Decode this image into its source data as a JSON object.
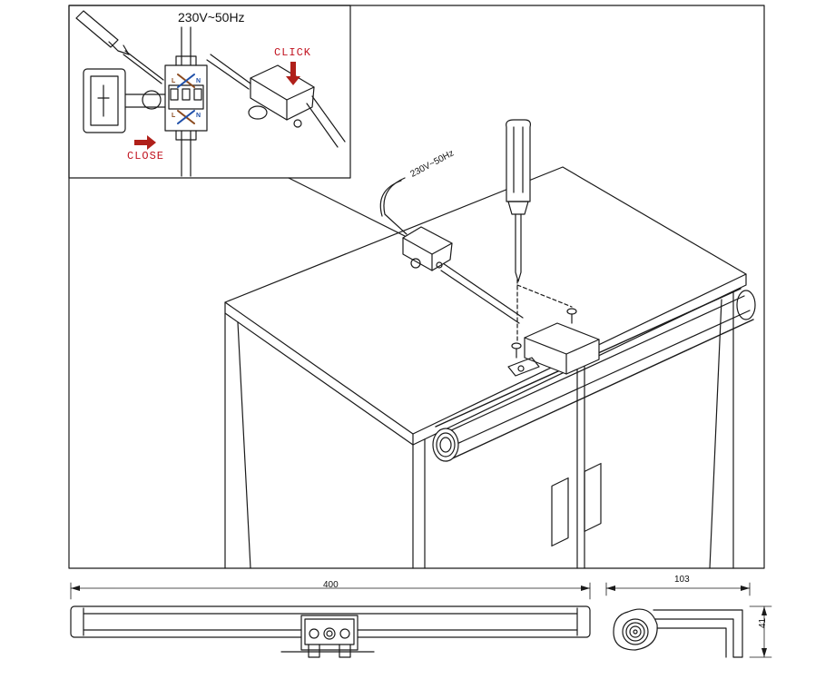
{
  "labels": {
    "voltage_top": "230V~50Hz",
    "voltage_cable": "230V~50Hz",
    "click": "CLICK",
    "close": "CLOSE",
    "terminal_l": "L",
    "terminal_n": "N",
    "terminal_l2": "L",
    "terminal_n2": "N"
  },
  "dimensions": {
    "width": "400",
    "depth": "103",
    "height": "41"
  },
  "colors": {
    "line": "#1a1a1a",
    "arrow_red": "#b0201a",
    "wire_brown": "#8b4a1e",
    "wire_blue": "#1f4fa8"
  }
}
